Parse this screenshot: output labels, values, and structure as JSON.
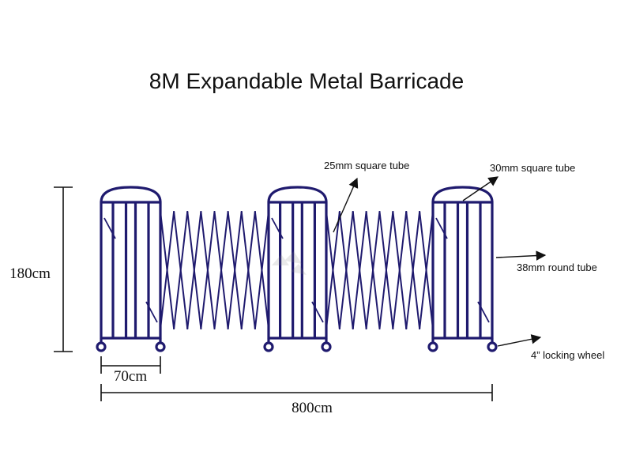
{
  "title": "8M Expandable Metal Barricade",
  "colors": {
    "frame": "#1f1a6e",
    "ink": "#111111",
    "background": "#ffffff"
  },
  "callouts": {
    "square_tube_25": "25mm square tube",
    "square_tube_30": "30mm square tube",
    "round_tube_38": "38mm round tube",
    "locking_wheel": "4” locking wheel"
  },
  "dimensions": {
    "height": "180cm",
    "panel_width": "70cm",
    "total_length": "800cm"
  }
}
